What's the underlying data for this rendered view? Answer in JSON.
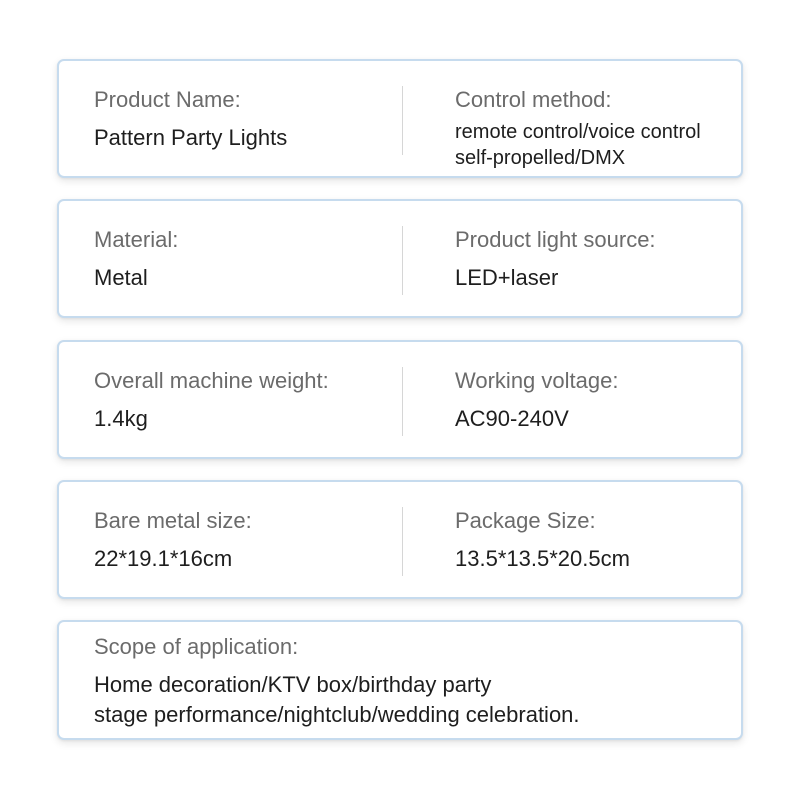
{
  "specs": [
    {
      "left_label": "Product Name:",
      "left_value": "Pattern Party Lights",
      "right_label": "Control method:",
      "right_value_lines": [
        "remote control/voice control",
        "self-propelled/DMX"
      ]
    },
    {
      "left_label": "Material:",
      "left_value": "Metal",
      "right_label": "Product light source:",
      "right_value": "LED+laser"
    },
    {
      "left_label": "Overall machine weight:",
      "left_value": "1.4kg",
      "right_label": "Working voltage:",
      "right_value": "AC90-240V"
    },
    {
      "left_label": "Bare metal size:",
      "left_value": "22*19.1*16cm",
      "right_label": "Package Size:",
      "right_value": "13.5*13.5*20.5cm"
    }
  ],
  "scope": {
    "label": "Scope of application:",
    "lines": [
      "Home decoration/KTV box/birthday party",
      "stage performance/nightclub/wedding celebration."
    ]
  },
  "colors": {
    "card_border": "#c6dbee",
    "label_text": "#6b6b6b",
    "value_text": "#1e1e1e"
  }
}
